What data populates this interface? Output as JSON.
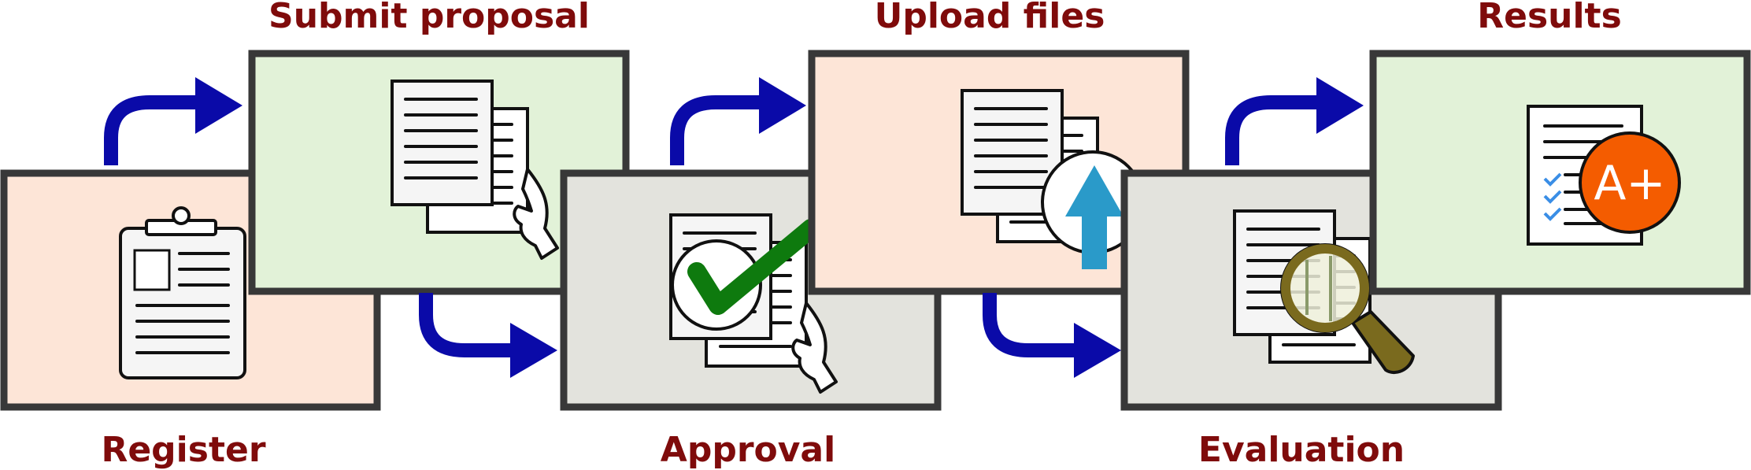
{
  "steps": {
    "register": {
      "label": "Register",
      "fill": "#fde5d7"
    },
    "submit": {
      "label": "Submit proposal",
      "fill": "#e2f2d8"
    },
    "approval": {
      "label": "Approval",
      "fill": "#e3e3dd"
    },
    "upload": {
      "label": "Upload files",
      "fill": "#fde5d7"
    },
    "evaluation": {
      "label": "Evaluation",
      "fill": "#e3e3dd"
    },
    "results": {
      "label": "Results",
      "fill": "#e2f2d8"
    }
  },
  "icons": {
    "register": "clipboard-icon",
    "submit": "documents-hand-icon",
    "approval": "documents-checkmark-icon",
    "upload": "documents-upload-icon",
    "evaluation": "documents-magnifier-icon",
    "results": "grade-a-plus-icon",
    "grade_text": "A+"
  },
  "colors": {
    "label": "#7f0b0b",
    "arrow": "#0a0aa8",
    "frame": "#383838",
    "check": "#0e7a0e",
    "upload_arrow": "#2a9ac9",
    "grade_badge": "#f45c00",
    "magnifier": "#7a6a1e",
    "list_checks": "#3a8ee6"
  }
}
